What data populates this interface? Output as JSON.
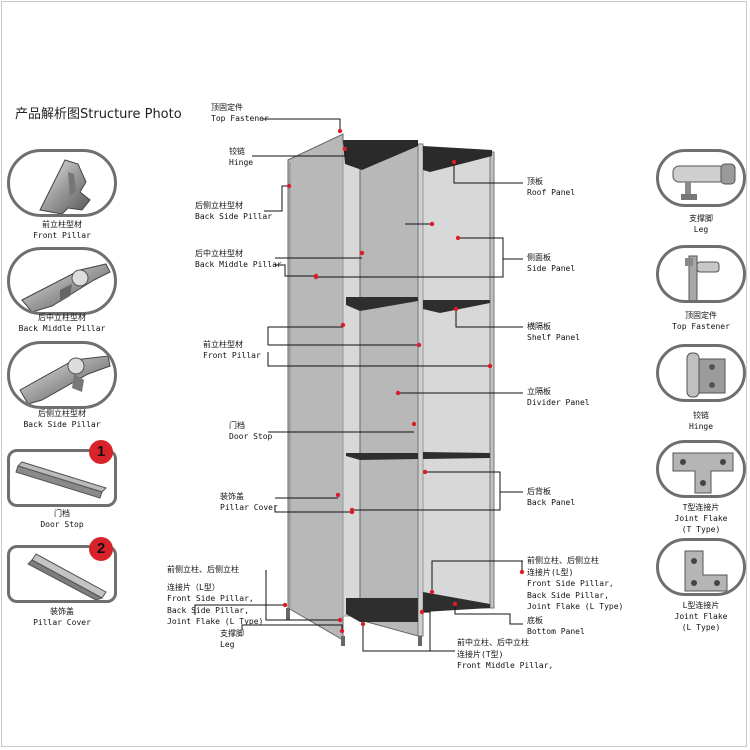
{
  "title": "产品解析图Structure Photo",
  "left_items": [
    {
      "cn": "前立柱型材",
      "en": "Front Pillar",
      "icon": "front-pillar-profile-icon"
    },
    {
      "cn": "后中立柱型材",
      "en": "Back Middle Pillar",
      "icon": "back-middle-pillar-profile-icon"
    },
    {
      "cn": "后侧立柱型材",
      "en": "Back Side Pillar",
      "icon": "back-side-pillar-profile-icon"
    },
    {
      "cn": "门档",
      "en": "Door Stop",
      "icon": "door-stop-profile-icon",
      "badge": "1"
    },
    {
      "cn": "装饰盖",
      "en": "Pillar Cover",
      "icon": "pillar-cover-profile-icon",
      "badge": "2"
    }
  ],
  "right_items": [
    {
      "cn": "支撑脚",
      "en": "Leg",
      "icon": "leg-icon"
    },
    {
      "cn": "顶固定件",
      "en": "Top Fastener",
      "icon": "top-fastener-icon"
    },
    {
      "cn": "铰链",
      "en": "Hinge",
      "icon": "hinge-icon"
    },
    {
      "cn": "T型连接片",
      "en": "Joint Flake",
      "en2": "(T Type)",
      "icon": "t-joint-flake-icon"
    },
    {
      "cn": "L型连接片",
      "en": "Joint Flake",
      "en2": "(L Type)",
      "icon": "l-joint-flake-icon"
    }
  ],
  "callouts_left": [
    {
      "lines": [
        "顶固定件",
        "Top Fastener"
      ]
    },
    {
      "lines": [
        "铰链",
        "Hinge"
      ]
    },
    {
      "lines": [
        "后侧立柱型材",
        "Back Side Pillar"
      ]
    },
    {
      "lines": [
        "后中立柱型材",
        "Back Middle Pillar"
      ]
    },
    {
      "lines": [
        "前立柱型材",
        "Front Pillar"
      ]
    },
    {
      "lines": [
        "门档",
        "Door Stop"
      ]
    },
    {
      "lines": [
        "装饰盖",
        "Pillar Cover"
      ]
    },
    {
      "lines": [
        "前侧立柱、后侧立柱",
        "连接片（L型）",
        "Front Side Pillar,",
        "Back Side Pillar,",
        "Joint Flake (L Type)"
      ]
    },
    {
      "lines": [
        "支撑脚",
        "Leg"
      ]
    }
  ],
  "callouts_right": [
    {
      "lines": [
        "顶板",
        "Roof Panel"
      ]
    },
    {
      "lines": [
        "侧面板",
        "Side Panel"
      ]
    },
    {
      "lines": [
        "横隔板",
        "Shelf Panel"
      ]
    },
    {
      "lines": [
        "立隔板",
        "Divider Panel"
      ]
    },
    {
      "lines": [
        "后背板",
        "Back Panel"
      ]
    },
    {
      "lines": [
        "前侧立柱、后侧立柱",
        "连接片(L型)",
        "Front Side Pillar,",
        "Back Side Pillar,",
        "Joint Flake (L Type)"
      ]
    },
    {
      "lines": [
        "底板",
        "Bottom Panel"
      ]
    }
  ],
  "callout_bottom": {
    "lines": [
      "前中立柱、后中立柱",
      "连接片(T型)",
      "Front Middle Pillar,"
    ]
  },
  "colors": {
    "marker": "#d81e2a",
    "line": "#111111",
    "frame": "#6f6f6f",
    "badge": "#d8232a"
  }
}
